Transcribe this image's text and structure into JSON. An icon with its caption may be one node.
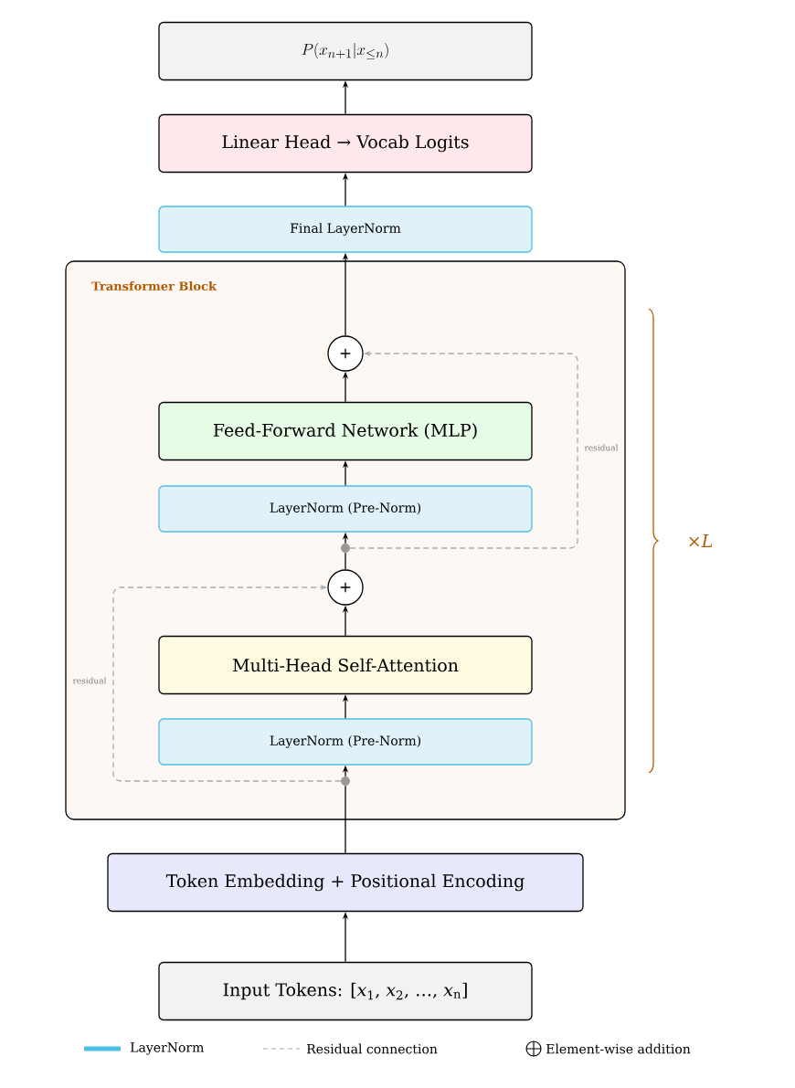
{
  "diagram": {
    "nodes": [
      {
        "text": [
          "P(x_{n+1} | x_{\\leq n})"
        ]
      },
      {
        "text": [
          "Linear Head → Vocab Logits"
        ]
      },
      {
        "text": [
          "Final LayerNorm"
        ]
      },
      {
        "text": [
          "Transformer Block"
        ]
      },
      {
        "text": [
          "+"
        ],
        "in": 3
      },
      {
        "text": [
          "Feed-Forward Network (MLP)"
        ],
        "in": 3
      },
      {
        "text": [
          "LayerNorm (Pre-Norm)"
        ],
        "in": 3
      },
      {
        "text": [],
        "shape": "circle",
        "in": 3
      },
      {
        "text": [
          "+"
        ],
        "in": 3
      },
      {
        "text": [
          "Multi-Head Self-Attention"
        ],
        "in": 3
      },
      {
        "text": [
          "LayerNorm (Pre-Norm)"
        ],
        "in": 3
      },
      {
        "text": [],
        "shape": "circle",
        "in": 3
      },
      {
        "text": [
          "Token Embedding + Positional Encoding"
        ]
      },
      {
        "text": [
          "Input Tokens: [*x*$_{1}$, *x*$_{2}$, …, *x*$_{n}$]"
        ]
      }
    ],
    "edges": [
      {
        "from": 13,
        "to": 12,
        "arrow": "to"
      },
      {
        "from": 12,
        "to": 11,
        "arrow": "none"
      },
      {
        "from": 11,
        "to": 10,
        "arrow": "to"
      },
      {
        "from": 10,
        "to": 9,
        "arrow": "to"
      },
      {
        "from": 9,
        "to": 8,
        "arrow": "to"
      },
      {
        "from": 11,
        "to": 8,
        "arrow": "to",
        "style": "dashed",
        "color": "#aaaaaa",
        "label": "residual"
      },
      {
        "from": 8,
        "to": 7,
        "arrow": "none"
      },
      {
        "from": 7,
        "to": 6,
        "arrow": "to"
      },
      {
        "from": 6,
        "to": 5,
        "arrow": "to"
      },
      {
        "from": 5,
        "to": 4,
        "arrow": "to"
      },
      {
        "from": 7,
        "to": 4,
        "arrow": "to",
        "style": "dashed",
        "color": "#aaaaaa",
        "label": "residual"
      },
      {
        "from": 4,
        "to": 2,
        "arrow": "to"
      },
      {
        "from": 2,
        "to": 1,
        "arrow": "to"
      },
      {
        "from": 1,
        "to": 0,
        "arrow": "to"
      }
    ],
    "labels": [
      "×*L*"
    ],
    "legend": [
      {
        "text": "LayerNorm",
        "color": "#4dbfe6"
      },
      {
        "text": "Residual connection"
      },
      {
        "text": "Element-wise addition"
      }
    ]
  }
}
